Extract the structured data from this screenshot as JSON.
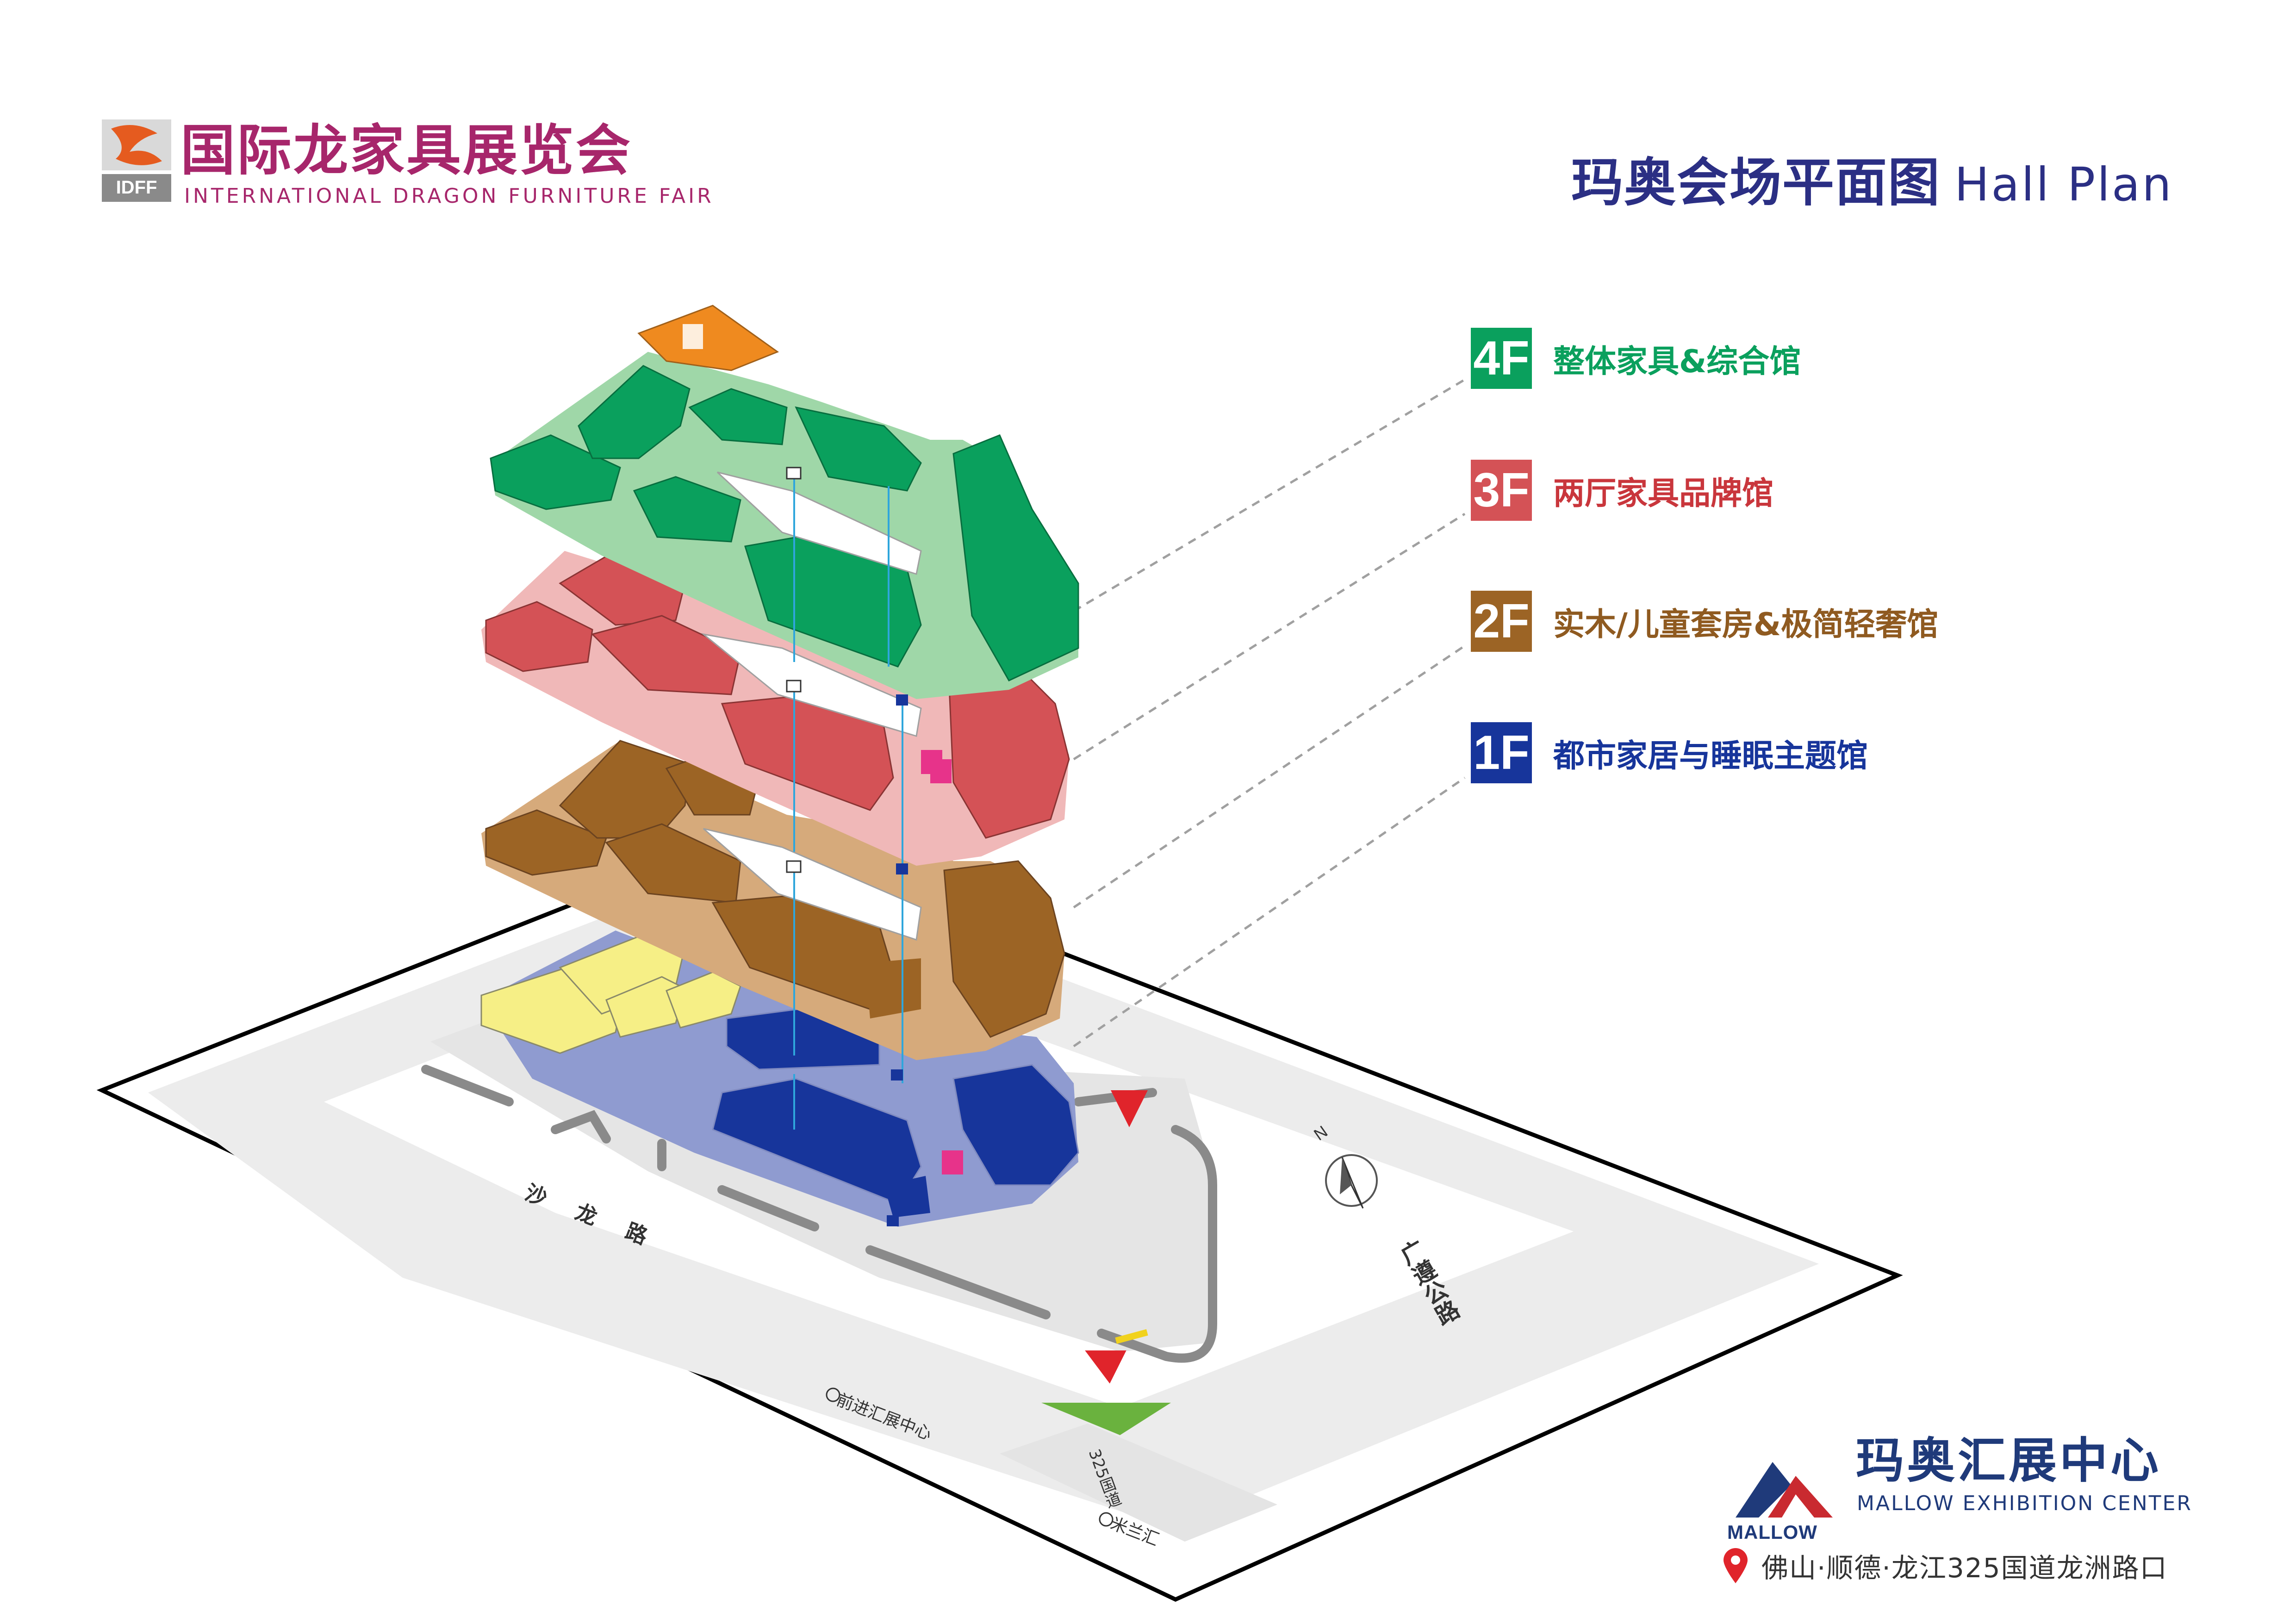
{
  "brand": {
    "name_cn": "国际龙家具展览会",
    "name_en": "INTERNATIONAL DRAGON FURNITURE FAIR",
    "logo_abbr": "IDFF"
  },
  "plan_title": {
    "cn": "玛奥会场平面图",
    "en": "Hall Plan"
  },
  "floors": [
    {
      "id": "4F",
      "label": "整体家具&综合馆",
      "color": "#0aa05d"
    },
    {
      "id": "3F",
      "label": "两厅家具品牌馆",
      "color": "#d45256"
    },
    {
      "id": "2F",
      "label": "实木/儿童套房&极简轻奢馆",
      "color": "#9c6425"
    },
    {
      "id": "1F",
      "label": "都市家居与睡眠主题馆",
      "color": "#17359b"
    }
  ],
  "roads": {
    "shalong": "沙龙路",
    "guangzun": "广遵公路",
    "guodao": "325国道"
  },
  "landmarks": {
    "qianjin": "前进汇展中心",
    "milan": "米兰汇"
  },
  "compass": {
    "north_label": "N"
  },
  "venue": {
    "name_cn": "玛奥汇展中心",
    "name_en": "MALLOW EXHIBITION CENTER",
    "logo_word": "MALLOW",
    "address": "佛山·顺德·龙江325国道龙洲路口"
  },
  "colors": {
    "floor4": "#0aa05d",
    "floor3": "#d45256",
    "floor2": "#9c6425",
    "floor1": "#17359b",
    "floor1_yellow": "#f6ef86",
    "brand_purple": "#a7266b",
    "title_blue": "#2b2f84",
    "restaurant_orange": "#ef8a1f"
  },
  "icons": {
    "restaurant": "fork-knife-icon",
    "escalator": "escalator-icon",
    "elevator": "elevator-icon",
    "service": "service-desk-icon",
    "entrance_arrow": "arrow-icon",
    "compass": "compass-icon",
    "location": "location-pin-icon"
  }
}
